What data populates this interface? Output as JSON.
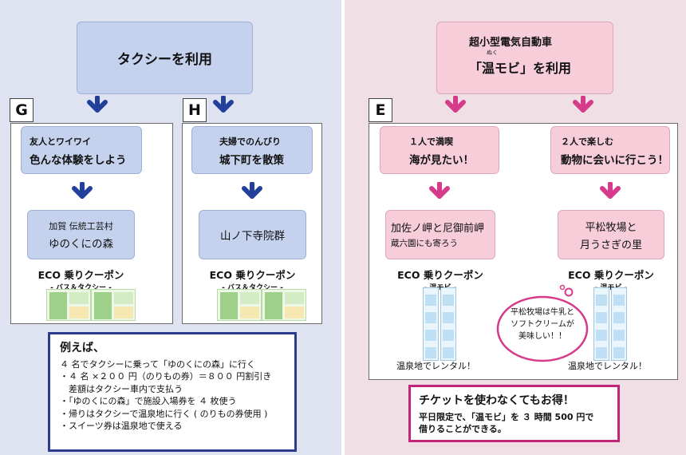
{
  "left": {
    "header": "タクシーを利用",
    "routes": [
      {
        "label": "G",
        "line1": "友人とワイワイ",
        "line2": "色んな体験をしよう",
        "dest_line1": "加賀 伝統工芸村",
        "dest_line2": "ゆのくにの森",
        "coupon_title": "ECO 乗りクーポン",
        "coupon_sub": "- バス＆タクシー -"
      },
      {
        "label": "H",
        "line1": "夫婦でのんびり",
        "line2": "城下町を散策",
        "dest_line1": "山ノ下寺院群",
        "coupon_title": "ECO 乗りクーポン",
        "coupon_sub": "- バス＆タクシー -"
      }
    ],
    "example": {
      "title": "例えば、",
      "lines": [
        "４ 名でタクシーに乗って「ゆのくにの森」に行く",
        "・４ 名 ×２００ 円（のりもの券）＝８００ 円割引き",
        "　差額はタクシー車内で支払う",
        "・「ゆのくにの森」で施設入場券を ４ 枚使う",
        "・帰りはタクシーで温泉地に行く ( のりもの券使用 )",
        "・スイーツ券は温泉地で使える"
      ]
    }
  },
  "right": {
    "header_line1": "超小型電気自動車",
    "header_ruby": "ぬく",
    "header_line2": "「温モビ」を利用",
    "label": "E",
    "routes": [
      {
        "line1": "１人で満喫",
        "line2": "海が見たい！",
        "dest_line1": "加佐ノ岬と尼御前岬",
        "dest_line2": "蔵六園にも寄ろう",
        "coupon_title": "ECO 乗りクーポン",
        "coupon_sub": "- 温モビ -",
        "rental": "温泉地でレンタル！"
      },
      {
        "line1": "２人で楽しむ",
        "line2": "動物に会いに行こう！",
        "dest_line1": "平松牧場と",
        "dest_line2": "月うさぎの里",
        "coupon_title": "ECO 乗りクーポン",
        "coupon_sub": "- 温モビ -",
        "rental": "温泉地でレンタル！"
      }
    ],
    "bubble": [
      "平松牧場は牛乳と",
      "ソフトクリームが",
      "美味しい！！"
    ],
    "notice": {
      "title": "チケットを使わなくてもお得！",
      "lines": [
        "平日限定で、「温モビ」を ３ 時間 500 円で",
        "借りることができる。"
      ]
    }
  },
  "colors": {
    "blue_arrow": "#223f9a",
    "pink_arrow": "#d63a8a",
    "blue_box": "#c5d2ee",
    "pink_box": "#f6cdd9"
  }
}
